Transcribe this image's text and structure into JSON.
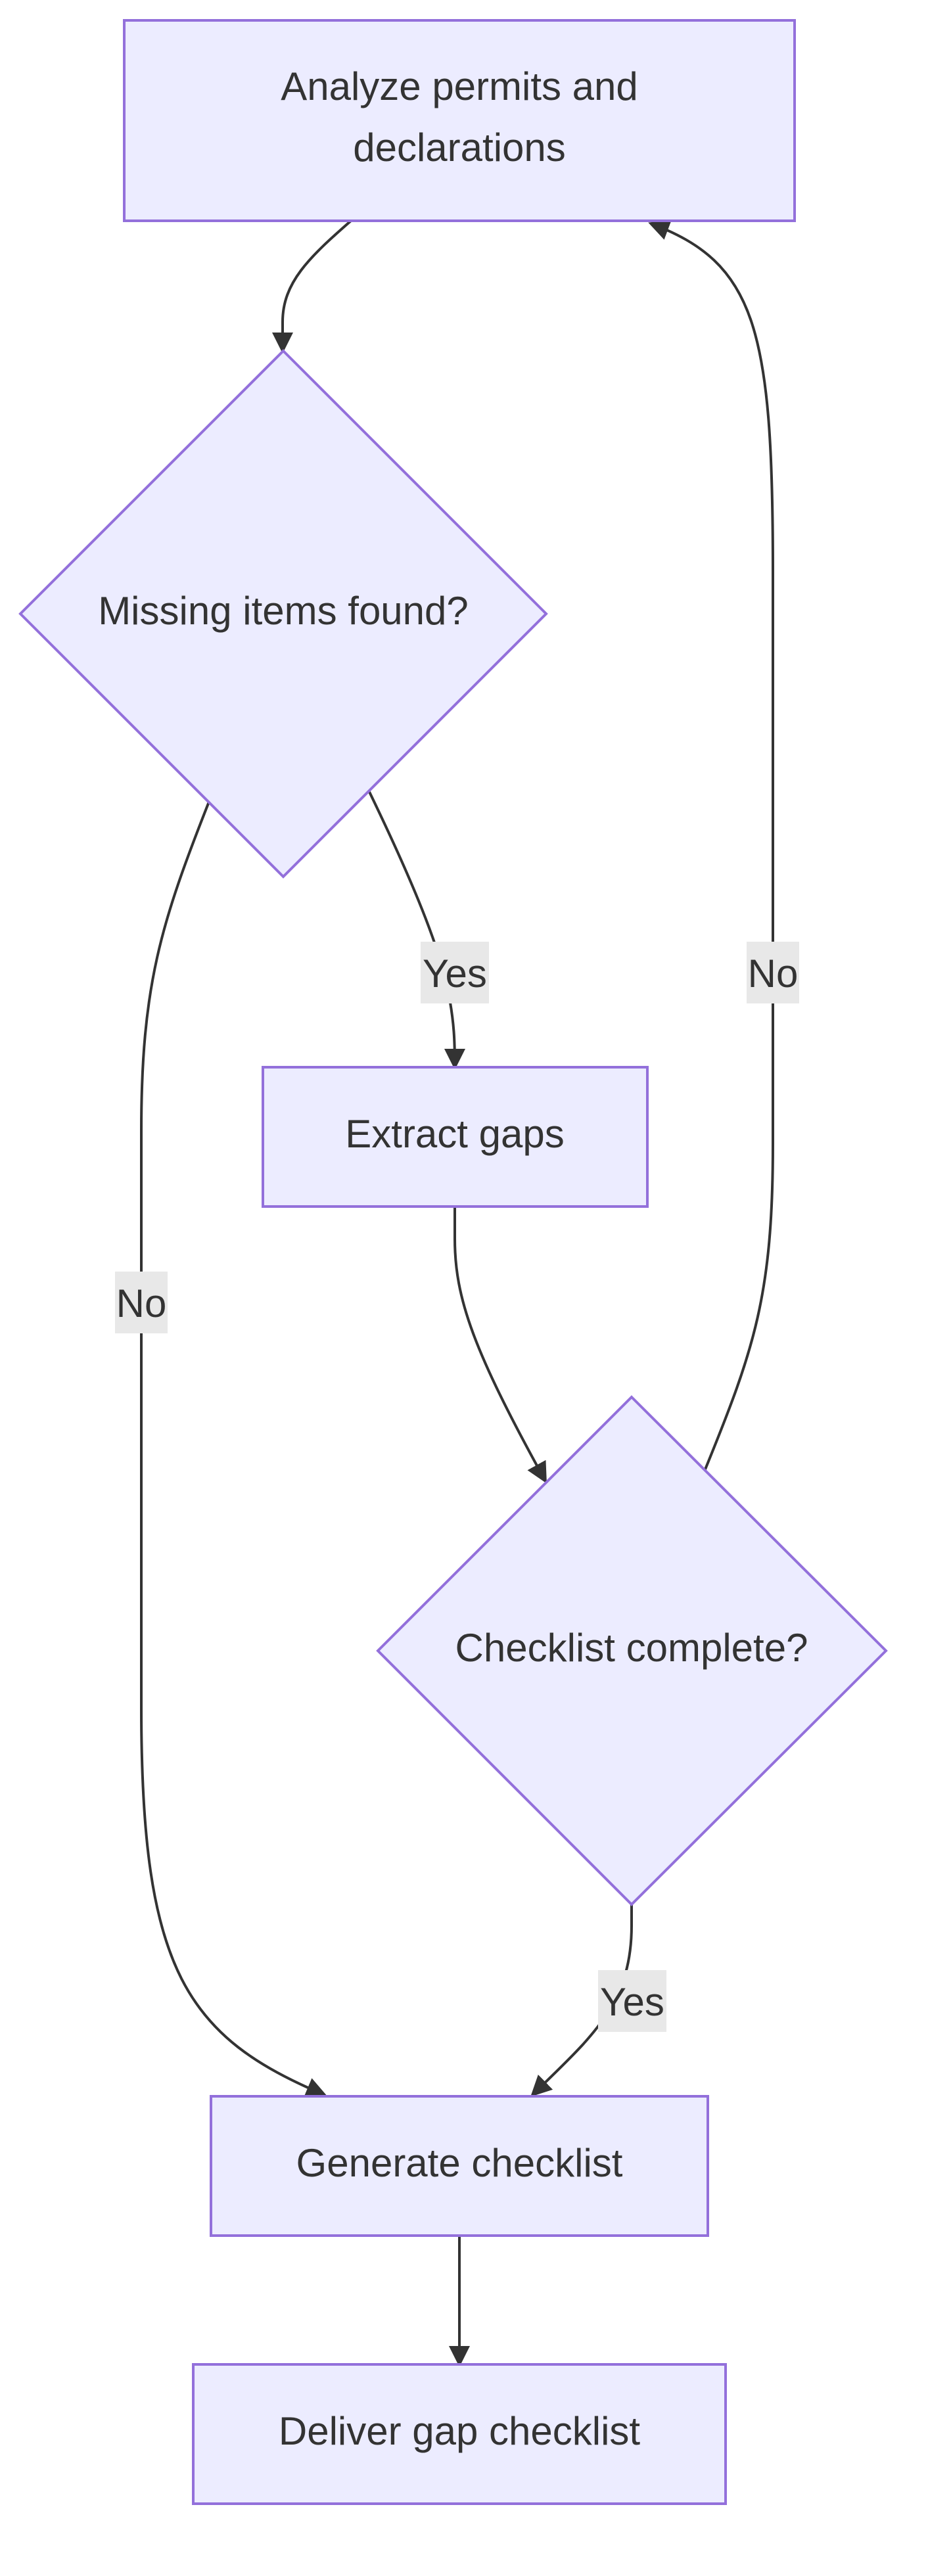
{
  "colors": {
    "node_fill": "#ECECFF",
    "node_stroke": "#9370DB",
    "edge": "#333333",
    "label_bg": "#E8E8E8",
    "text": "#333333"
  },
  "nodes": {
    "analyze": {
      "label_line1": "Analyze permits and",
      "label_line2": "declarations"
    },
    "missing": {
      "label": "Missing items found?"
    },
    "extract": {
      "label": "Extract gaps"
    },
    "complete": {
      "label": "Checklist complete?"
    },
    "generate": {
      "label": "Generate checklist"
    },
    "deliver": {
      "label": "Deliver gap checklist"
    }
  },
  "edges": {
    "missing_to_extract": {
      "label": "Yes"
    },
    "missing_to_generate": {
      "label": "No"
    },
    "complete_to_analyze": {
      "label": "No"
    },
    "complete_to_generate": {
      "label": "Yes"
    }
  }
}
